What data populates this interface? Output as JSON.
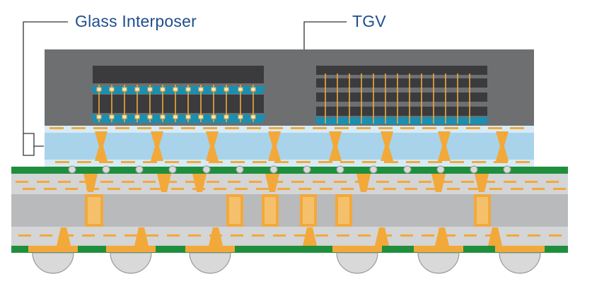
{
  "labels": {
    "glass_interposer": "Glass Interposer",
    "tgv": "TGV"
  },
  "colors": {
    "label_text": "#1d4f8c",
    "mold": "#6e6f71",
    "die": "#3b3b3d",
    "glass": "#a9d3ea",
    "glass_light": "#d7ebf5",
    "copper": "#f2a93a",
    "substrate": "#d4d5d6",
    "core": "#b9babc",
    "solder_mask": "#1f8f3d",
    "teal": "#1a8fb0",
    "ball": "#d9d9d9"
  },
  "icons": [
    "leader-line"
  ]
}
